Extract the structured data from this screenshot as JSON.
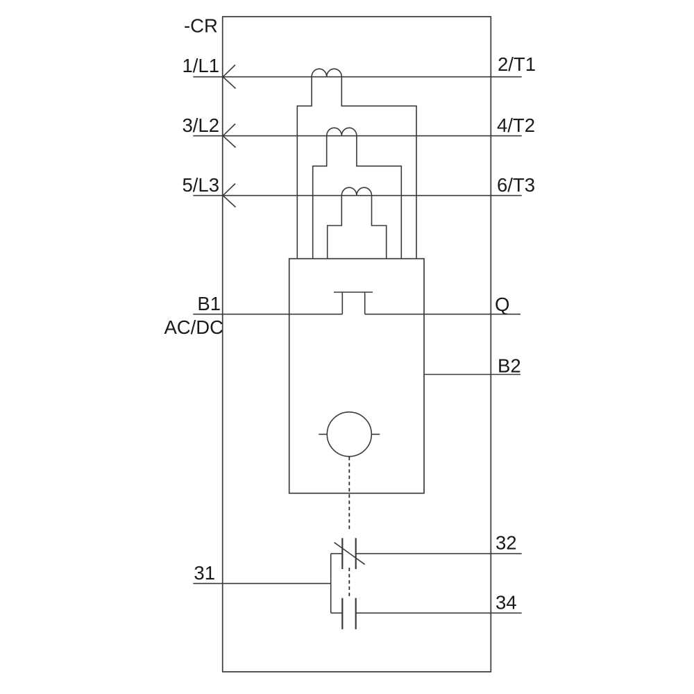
{
  "diagram": {
    "type": "electrical-schematic",
    "device_tag": "-CR",
    "power_terminals": {
      "inputs": [
        {
          "label": "1/L1"
        },
        {
          "label": "3/L2"
        },
        {
          "label": "5/L3"
        }
      ],
      "outputs": [
        {
          "label": "2/T1"
        },
        {
          "label": "4/T2"
        },
        {
          "label": "6/T3"
        }
      ]
    },
    "control_terminals": {
      "b1": "B1",
      "supply_type": "AC/DC",
      "q": "Q",
      "b2": "B2"
    },
    "auxiliary_contact_terminals": {
      "common": "31",
      "normally_closed": "32",
      "normally_open": "34"
    },
    "symbols": [
      "current-transformer-coil",
      "device-body",
      "reset-actuator",
      "changeover-contact"
    ],
    "colors": {
      "background": "#ffffff",
      "line": "#3a3a3a",
      "text": "#1a1a1a"
    }
  }
}
